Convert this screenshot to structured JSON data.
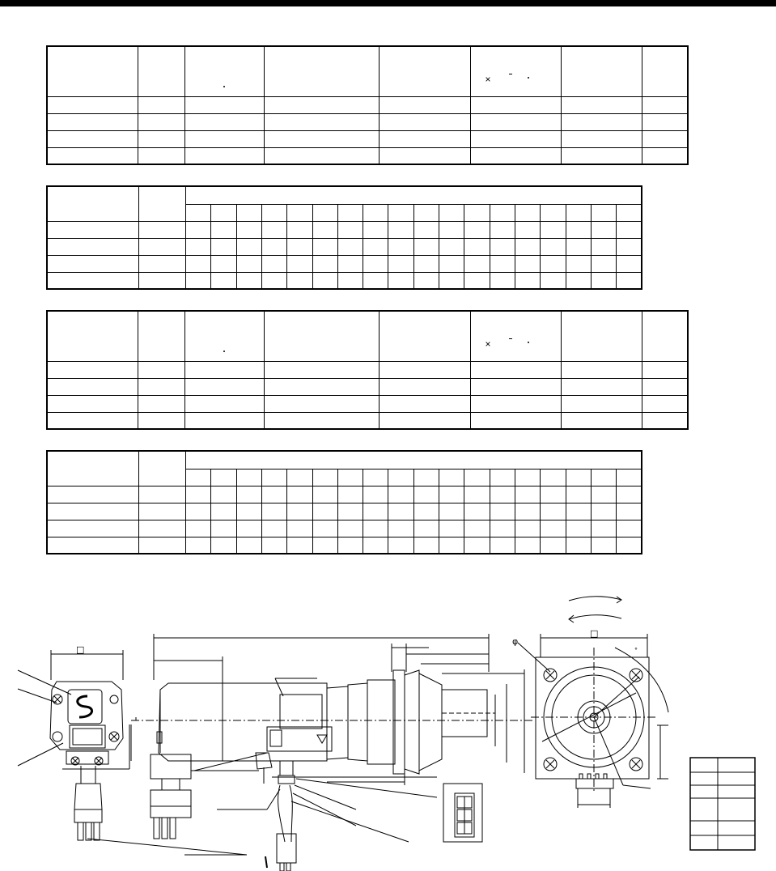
{
  "page": {
    "header_bar_color": "#000000"
  },
  "spec_table_a": {
    "columns": 8,
    "header_rows": 1,
    "body_rows": 4,
    "cells_text": []
  },
  "spec_table_b": {
    "columns": 20,
    "header_rows": 2,
    "body_rows": 4,
    "cells_text": []
  },
  "spec_table_c": {
    "columns": 8,
    "header_rows": 1,
    "body_rows": 4,
    "cells_text": []
  },
  "spec_table_d": {
    "columns": 20,
    "header_rows": 2,
    "body_rows": 4,
    "cells_text": []
  },
  "drawing": {
    "symbols": {
      "square": "□",
      "diameter": "φ",
      "degree": "°"
    },
    "connector_label_lines": {
      "pins": 6,
      "arrangement": "2x3"
    },
    "side_table": {
      "columns": 2,
      "rows": 6
    }
  }
}
